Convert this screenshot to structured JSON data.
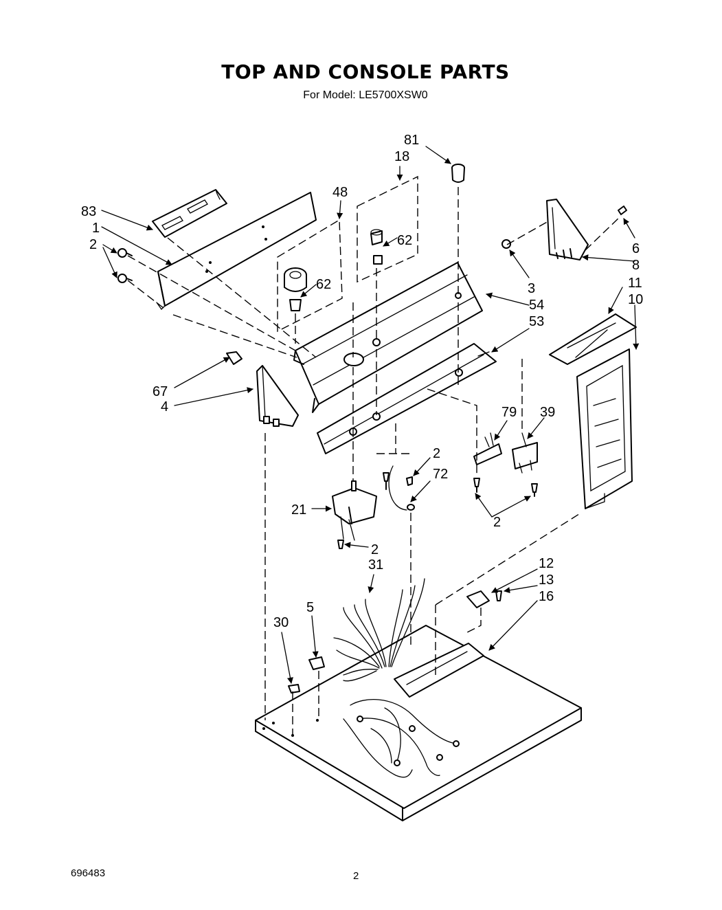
{
  "header": {
    "title": "TOP AND CONSOLE PARTS",
    "subtitle": "For Model: LE5700XSW0"
  },
  "footer": {
    "doc_number": "696483",
    "page_number": "2"
  },
  "callouts": {
    "c81": "81",
    "c18": "18",
    "c48": "48",
    "c83": "83",
    "c1": "1",
    "c2a": "2",
    "c62a": "62",
    "c62b": "62",
    "c6": "6",
    "c8": "8",
    "c3": "3",
    "c54": "54",
    "c53": "53",
    "c11": "11",
    "c10": "10",
    "c67": "67",
    "c4": "4",
    "c79": "79",
    "c39": "39",
    "c2b": "2",
    "c72": "72",
    "c21": "21",
    "c2c": "2",
    "c2d": "2",
    "c31": "31",
    "c12": "12",
    "c13": "13",
    "c16": "16",
    "c5": "5",
    "c30": "30"
  }
}
